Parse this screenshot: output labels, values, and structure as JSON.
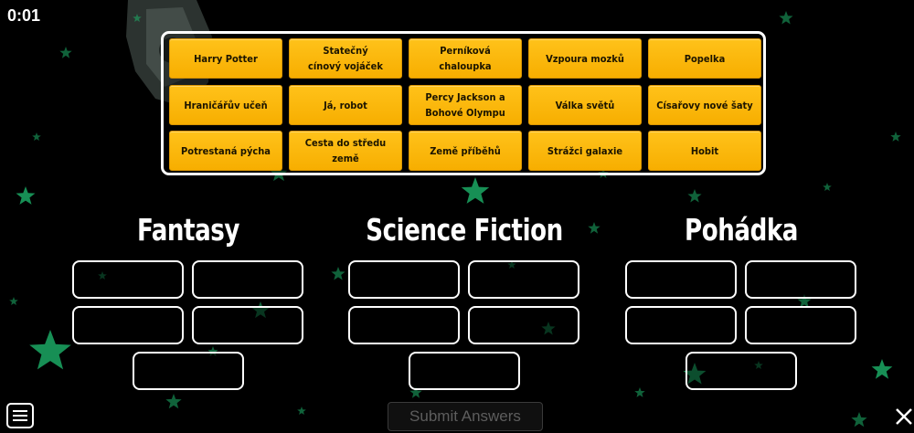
{
  "timer": "0:01",
  "tiles": [
    [
      "Harry Potter",
      "Statečný\ncínový vojáček",
      "Perníková chaloupka",
      "Vzpoura mozků",
      "Popelka"
    ],
    [
      "Hraničářův učeň",
      "Já, robot",
      "Percy Jackson a\nBohové Olympu",
      "Válka světů",
      "Císařovy nové šaty"
    ],
    [
      "Potrestaná pýcha",
      "Cesta do středu země",
      "Země příběhů",
      "Strážci galaxie",
      "Hobit"
    ]
  ],
  "groups": [
    {
      "title": "Fantasy",
      "slots": 5
    },
    {
      "title": "Science Fiction",
      "slots": 5
    },
    {
      "title": "Pohádka",
      "slots": 5
    }
  ],
  "submit_label": "Submit Answers",
  "colors": {
    "tile": "#ffbb0f",
    "star": "#1db36a",
    "background": "#000000"
  },
  "icons": {
    "menu": "hamburger-menu-icon",
    "close": "close-icon",
    "background": "star-icon"
  }
}
